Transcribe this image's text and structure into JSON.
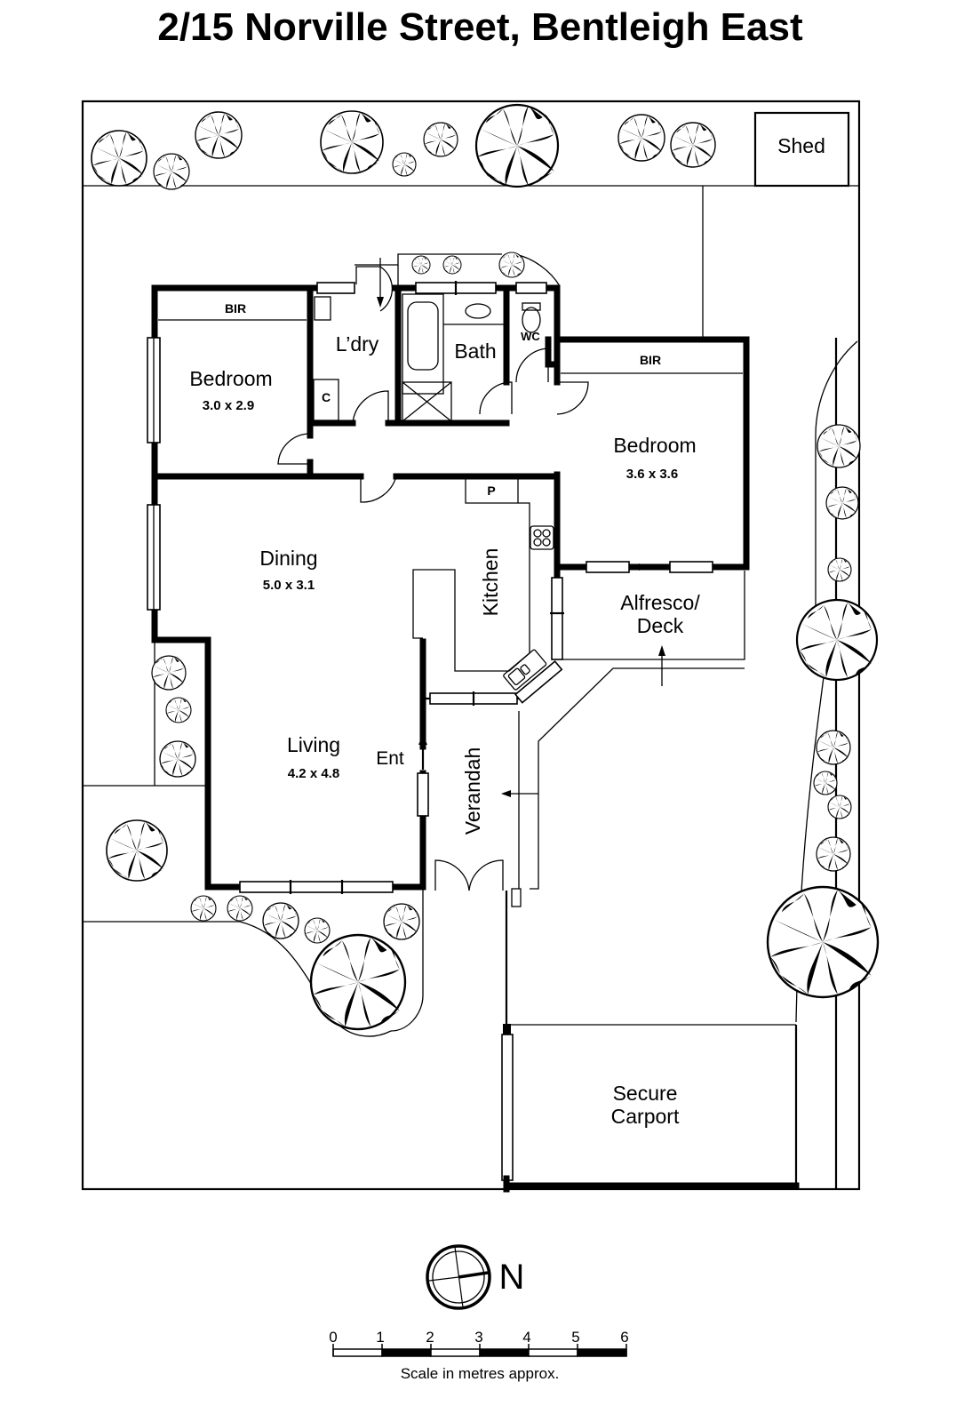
{
  "title": "2/15 Norville Street, Bentleigh East",
  "rooms": {
    "bedroom1": {
      "label": "Bedroom",
      "dims": "3.0 x 2.9",
      "bir": "BIR"
    },
    "laundry": {
      "label": "L’dry",
      "cupboard": "C"
    },
    "bath": {
      "label": "Bath"
    },
    "wc": {
      "label": "WC"
    },
    "bedroom2": {
      "label": "Bedroom",
      "dims": "3.6 x 3.6",
      "bir": "BIR"
    },
    "dining": {
      "label": "Dining",
      "dims": "5.0 x 3.1"
    },
    "kitchen": {
      "label": "Kitchen",
      "pantry": "P"
    },
    "alfresco": {
      "label_line1": "Alfresco/",
      "label_line2": "Deck"
    },
    "living": {
      "label": "Living",
      "dims": "4.2 x 4.8"
    },
    "entry": {
      "label": "Ent"
    },
    "verandah": {
      "label": "Verandah"
    },
    "carport": {
      "label_line1": "Secure",
      "label_line2": "Carport"
    },
    "shed": {
      "label": "Shed"
    }
  },
  "north_arrow": {
    "label": "N"
  },
  "scale": {
    "ticks": [
      "0",
      "1",
      "2",
      "3",
      "4",
      "5",
      "6"
    ],
    "caption": "Scale in metres approx."
  }
}
